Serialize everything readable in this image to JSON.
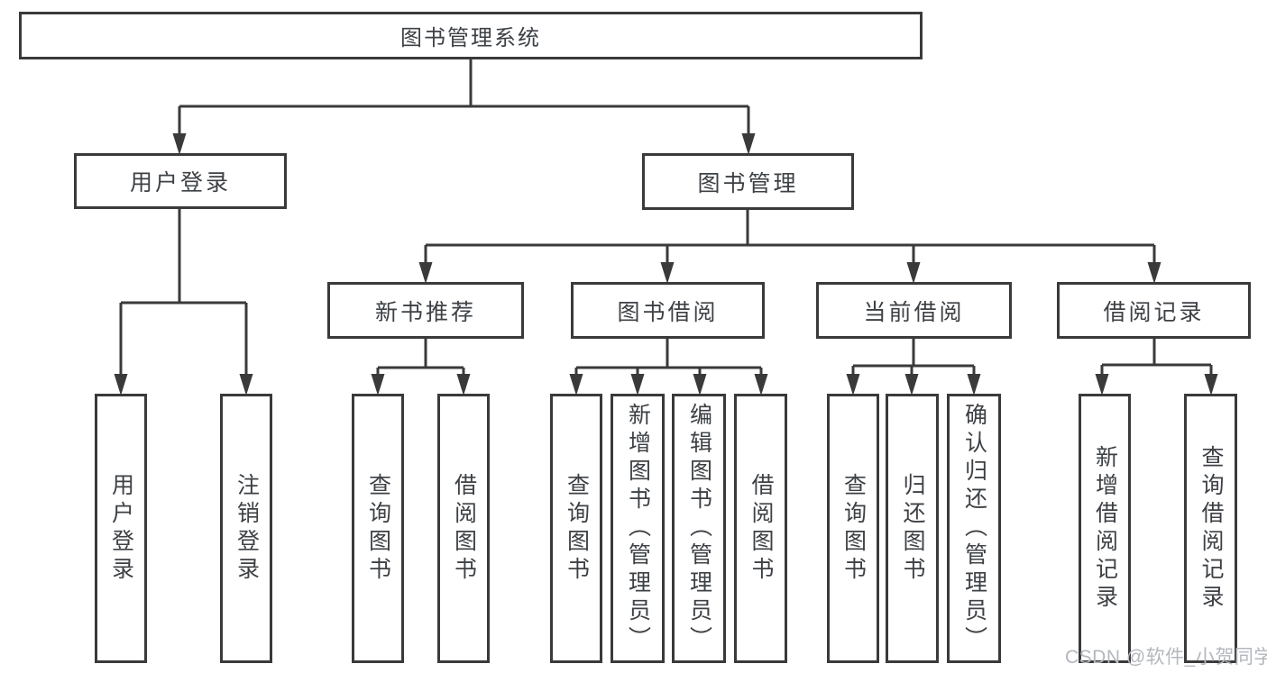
{
  "tree": {
    "root": {
      "label": "图书管理系统",
      "children": [
        {
          "label": "用户登录",
          "children": [
            {
              "label": "用户登录"
            },
            {
              "label": "注销登录"
            }
          ]
        },
        {
          "label": "图书管理",
          "children": [
            {
              "label": "新书推荐",
              "children": [
                {
                  "label": "查询图书"
                },
                {
                  "label": "借阅图书"
                }
              ]
            },
            {
              "label": "图书借阅",
              "children": [
                {
                  "label": "查询图书"
                },
                {
                  "label": "新增图书（管理员）"
                },
                {
                  "label": "编辑图书（管理员）"
                },
                {
                  "label": "借阅图书"
                }
              ]
            },
            {
              "label": "当前借阅",
              "children": [
                {
                  "label": "查询图书"
                },
                {
                  "label": "归还图书"
                },
                {
                  "label": "确认归还（管理员）"
                }
              ]
            },
            {
              "label": "借阅记录",
              "children": [
                {
                  "label": "新增借阅记录"
                },
                {
                  "label": "查询借阅记录"
                }
              ]
            }
          ]
        }
      ]
    }
  },
  "watermark": {
    "text": "CSDN @软件_小贺同学"
  },
  "colors": {
    "line": "#3a3a3a",
    "box_border": "#3a3a3a",
    "text": "#3d4145",
    "watermark": "#b3b7be",
    "background": "#ffffff"
  }
}
